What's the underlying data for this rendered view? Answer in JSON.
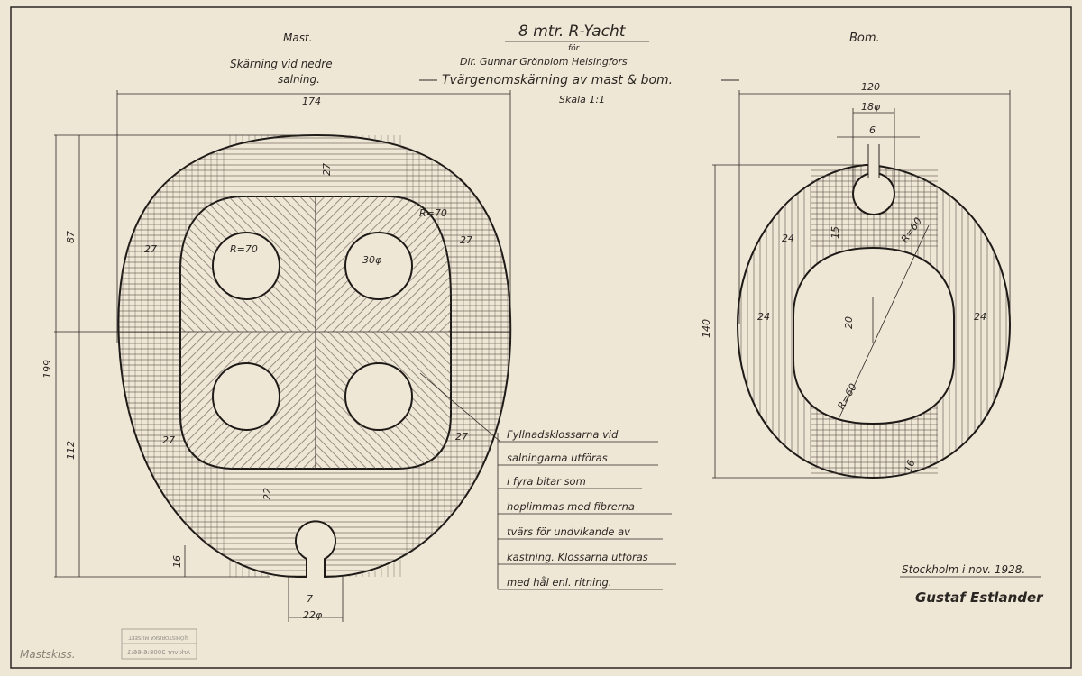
{
  "title": {
    "main": "8 mtr. R-Yacht",
    "for": "för",
    "client": "Dir. Gunnar Grönblom Helsingfors",
    "subtitle": "Tvärgenomskärning av mast & bom.",
    "scale": "Skala 1:1"
  },
  "mast": {
    "heading": "Mast.",
    "section_line1": "Skärning vid nedre",
    "section_line2": "salning.",
    "dims": {
      "width": "174",
      "upper_height": "87",
      "total_height": "199",
      "lower_height": "112",
      "top_wall": "27",
      "radius_left": "R=70",
      "radius_right": "R=70",
      "hole": "30φ",
      "wall_left_upper": "27",
      "wall_right_upper": "27",
      "wall_left_lower": "27",
      "wall_right_lower": "27",
      "lower_block": "22",
      "bottom": "16",
      "slot": "7",
      "groove": "22φ"
    }
  },
  "boom": {
    "heading": "Bom.",
    "dims": {
      "width": "120",
      "groove": "18φ",
      "slot": "6",
      "upper_block": "15",
      "radius_upper": "R=60",
      "wall_left_upper": "24",
      "wall_left": "24",
      "wall_right": "24",
      "core": "20",
      "radius_lower": "R=60",
      "lower_block": "16",
      "height": "140"
    }
  },
  "note": {
    "lines": [
      "Fyllnadsklossarna vid",
      "salningarna utföras",
      "i fyra bitar som",
      "hoplimmas med fibrerna",
      "tvärs för undvikande av",
      "kastning. Klossarna utföras",
      "med hål enl. ritning."
    ]
  },
  "footer": {
    "place_date": "Stockholm i nov. 1928.",
    "signature": "Gustaf Estlander",
    "pencil_note": "Mastskiss.",
    "stamp_line1": "SJÖHISTORISKA MUSEET",
    "stamp_line2": "Arkivnr 2008:6:66:1"
  }
}
